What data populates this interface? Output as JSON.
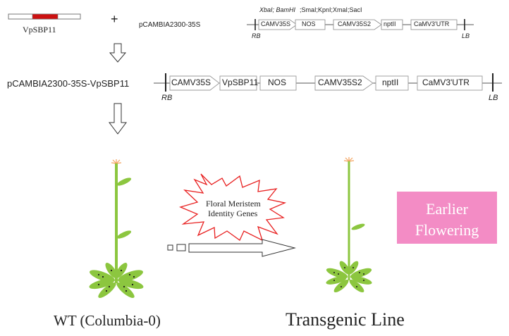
{
  "top_row": {
    "gene_label": "VpSBP11",
    "plus_sign": "+",
    "vector_label": "pCAMBIA2300-35S",
    "sites_prefix": "XbaI; BamHI",
    "sites_suffix": " ;SmaI;KpnI;XmaI;SacI",
    "rb_label": "RB",
    "lb_label": "LB",
    "elements": [
      "CAMV35S",
      "NOS",
      "CAMV35S2",
      "nptII",
      "CaMV3'UTR"
    ]
  },
  "construct_row": {
    "construct_label": "pCAMBIA2300-35S-VpSBP11",
    "rb_label": "RB",
    "lb_label": "LB",
    "elements": [
      "CAMV35S",
      "VpSBP11",
      "NOS",
      "CAMV35S2",
      "nptII",
      "CaMV3'UTR"
    ]
  },
  "burst": {
    "line1": "Floral Meristem",
    "line2": "Identity Genes"
  },
  "outcome_box": {
    "line1": "Earlier",
    "line2": "Flowering",
    "color": "#f38cc5"
  },
  "bottom_labels": {
    "wt": "WT (Columbia-0)",
    "transgenic": "Transgenic Line"
  },
  "colors": {
    "gene_red": "#cc1111",
    "plant_green": "#8cc63f",
    "burst_red": "#e82020",
    "flower_orange": "#f4a460"
  }
}
